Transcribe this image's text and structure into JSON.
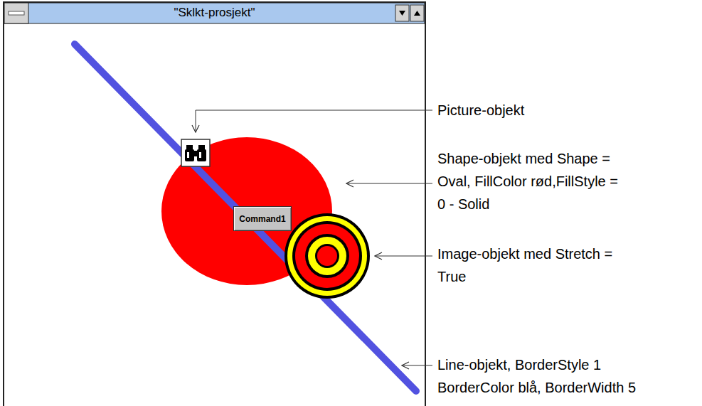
{
  "diagram": {
    "nodes": [
      {
        "text": [
          "\"Sklkt-prosjekt\""
        ]
      },
      {
        "text": [
          "Command1"
        ],
        "in": 0
      }
    ],
    "labels": [
      "Picture-objekt",
      "Shape-objekt med Shape = Oval, FillColor rød,FillStyle = 0 - Solid",
      "Image-objekt med Stretch = True",
      "Line-objekt, BorderStyle 1 BorderColor blå, BorderWidth 5"
    ]
  }
}
